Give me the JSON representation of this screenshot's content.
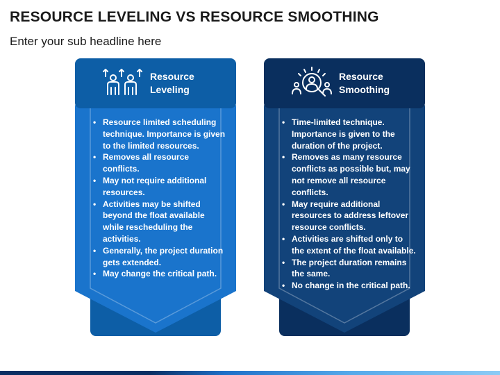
{
  "page": {
    "title": "RESOURCE LEVELING VS RESOURCE SMOOTHING",
    "subtitle": "Enter your sub headline here"
  },
  "cards": [
    {
      "heading": [
        "Resource",
        "Leveling"
      ],
      "icon": "people-growth-icon",
      "colors": {
        "header": "#0d5ea6",
        "body": "#1a74cc",
        "tail": "#0d5ea6"
      },
      "items": [
        "Resource limited scheduling technique. Importance is given to the limited resources.",
        "Removes all resource conflicts.",
        "May not require additional resources.",
        "Activities may be shifted beyond the float available while rescheduling the activities.",
        "Generally, the project duration gets extended.",
        "May change the critical path."
      ]
    },
    {
      "heading": [
        "Resource",
        "Smoothing"
      ],
      "icon": "people-search-icon",
      "colors": {
        "header": "#0a2f5e",
        "body": "#12437a",
        "tail": "#0a2f5e"
      },
      "items": [
        "Time-limited technique. Importance is given to the duration of the project.",
        "Removes as many resource conflicts as possible but, may not remove all resource conflicts.",
        "May require additional resources to address leftover resource conflicts.",
        "Activities are shifted only to the extent of the float available.",
        "The project duration remains the same.",
        "No change in the critical path."
      ]
    }
  ]
}
